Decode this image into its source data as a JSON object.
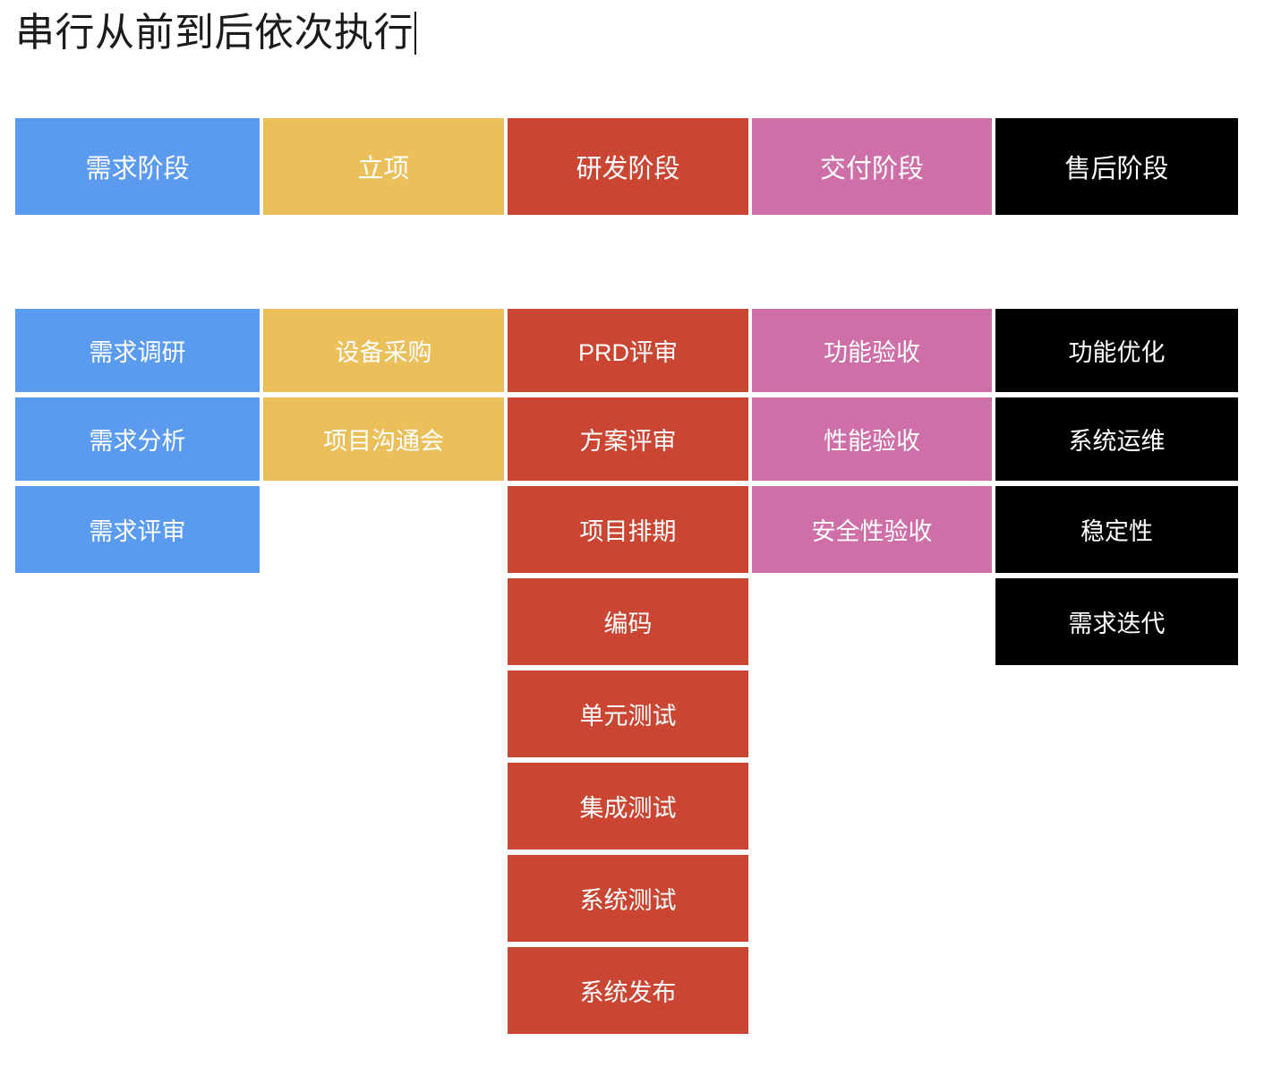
{
  "page": {
    "title": "串行从前到后依次执行",
    "caret_visible": true,
    "background": "#ffffff"
  },
  "palette": {
    "blue": "#5B9BEF",
    "yellow": "#EBBF5A",
    "red": "#CB4632",
    "pink": "#CE6FA8",
    "black": "#000000",
    "text_on_fill": "#FFFFFF",
    "title_text": "#1B1B1B"
  },
  "board": {
    "columns": [
      {
        "id": "requirements",
        "header": "需求阶段",
        "color": "#5B9BEF",
        "items": [
          "需求调研",
          "需求分析",
          "需求评审"
        ]
      },
      {
        "id": "initiation",
        "header": "立项",
        "color": "#EBBF5A",
        "items": [
          "设备采购",
          "项目沟通会"
        ]
      },
      {
        "id": "development",
        "header": "研发阶段",
        "color": "#CB4632",
        "items": [
          "PRD评审",
          "方案评审",
          "项目排期",
          "编码",
          "单元测试",
          "集成测试",
          "系统测试",
          "系统发布"
        ]
      },
      {
        "id": "delivery",
        "header": "交付阶段",
        "color": "#CE6FA8",
        "items": [
          "功能验收",
          "性能验收",
          "安全性验收"
        ]
      },
      {
        "id": "after_sales",
        "header": "售后阶段",
        "color": "#000000",
        "items": [
          "功能优化",
          "系统运维",
          "稳定性",
          "需求迭代"
        ]
      }
    ]
  }
}
